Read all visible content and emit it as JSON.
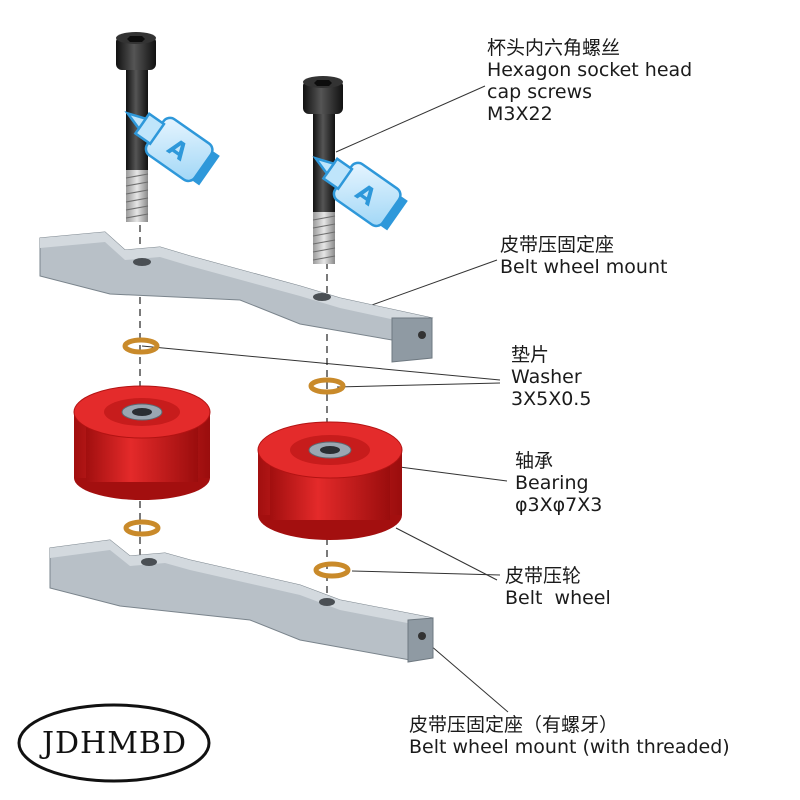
{
  "labels": {
    "screws": {
      "zh": "杯头内六角螺丝",
      "en_line1": "Hexagon socket head",
      "en_line2": "cap screws",
      "spec": "M3X22"
    },
    "belt_mount": {
      "zh": "皮带压固定座",
      "en": "Belt wheel mount"
    },
    "washer": {
      "zh": "垫片",
      "en": "Washer",
      "spec": "3X5X0.5"
    },
    "bearing": {
      "zh": "轴承",
      "en": "Bearing",
      "spec": "φ3Xφ7X3"
    },
    "belt_wheel": {
      "zh": "皮带压轮",
      "en": "Belt  wheel"
    },
    "threaded_mount": {
      "zh": "皮带压固定座（有螺牙）",
      "en": "Belt wheel mount (with threaded)"
    }
  },
  "glue_bottle_letter": "A",
  "logo": {
    "text": "JDHMBD"
  },
  "colors": {
    "wheel_red": "#d81f1f",
    "mount_gray": "#a9b3bb",
    "washer_gold": "#c98a2a",
    "screw_black": "#222222",
    "bottle_blue": "#39a8e8"
  }
}
